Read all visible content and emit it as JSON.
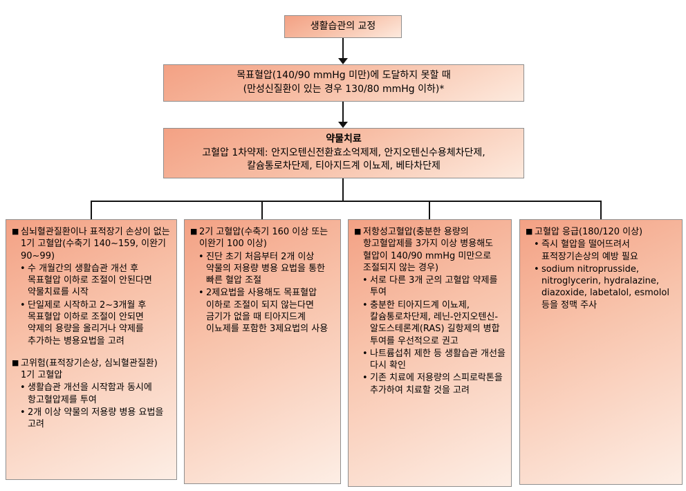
{
  "colors": {
    "box_fill_dark": "#f3a184",
    "box_fill_light": "#fdeade",
    "box_border": "#8e8e8e",
    "line": "#111111",
    "background": "#ffffff"
  },
  "bullets": {
    "section": "■",
    "item": "•"
  },
  "flow": {
    "lifestyle": "생활습관의 교정",
    "target_bp_line1": "목표혈압(140/90 mmHg 미만)에 도달하지 못할 때",
    "target_bp_line2": "(만성신질환이 있는 경우 130/80 mmHg 이하)*",
    "drug_title": "약물치료",
    "drug_line1": "고혈압 1차약제: 안지오텐신전환효소억제제, 안지오텐신수용체차단제,",
    "drug_line2": "칼슘통로차단제, 티아지드계 이뇨제, 베타차단제"
  },
  "branches": [
    {
      "sections": [
        {
          "heading": "심뇌혈관질환이나 표적장기 손상이 없는 1기 고혈압(수축기 140~159, 이완기 90~99)",
          "items": [
            "수 개월간의 생활습관 개선 후 목표혈압 이하로 조절이 안된다면 약물치료를 시작",
            "단일제로 시작하고 2~3개월 후 목표혈압 이하로 조절이 안되면 약제의 용량을 올리거나 약제를 추가하는 병용요법을 고려"
          ]
        },
        {
          "heading": "고위험(표적장기손상, 심뇌혈관질환) 1기 고혈압",
          "items": [
            "생활습관 개선을 시작함과 동시에 항고혈압제를 투여",
            "2개 이상 약물의 저용량 병용 요법을 고려"
          ]
        }
      ]
    },
    {
      "sections": [
        {
          "heading": "2기 고혈압(수축기 160 이상 또는 이완기 100 이상)",
          "items": [
            "진단 초기 처음부터 2개 이상 약물의 저용량 병용 요법을 통한 빠른 혈압 조절",
            "2제요법을 사용해도 목표혈압 이하로 조절이 되지 않는다면 금기가 없을 때 티아지드계 이뇨제를 포함한 3제요법의 사용"
          ]
        }
      ]
    },
    {
      "sections": [
        {
          "heading": "저항성고혈압(충분한 용량의 항고혈압제를 3가지 이상 병용해도 혈압이 140/90 mmHg 미만으로 조절되지 않는 경우)",
          "items": [
            "서로 다른 3개 군의 고혈압 약제를 투여",
            "충분한 티아지드계 이뇨제, 칼슘통로차단제, 레닌-안지오텐신-알도스테론계(RAS) 길항제의 병합 투여를 우선적으로 권고",
            "나트륨섭취 제한 등 생활습관 개선을 다시 확인",
            "기존 치료에 저용량의 스피로락톤을 추가하여 치료할 것을 고려"
          ]
        }
      ]
    },
    {
      "sections": [
        {
          "heading": "고혈압 응급(180/120 이상)",
          "items": [
            "즉시 혈압을 떨어뜨려서 표적장기손상의 예방 필요",
            "sodium nitroprusside, nitroglycerin, hydralazine, diazoxide, labetalol, esmolol 등을 정맥 주사"
          ]
        }
      ]
    }
  ]
}
